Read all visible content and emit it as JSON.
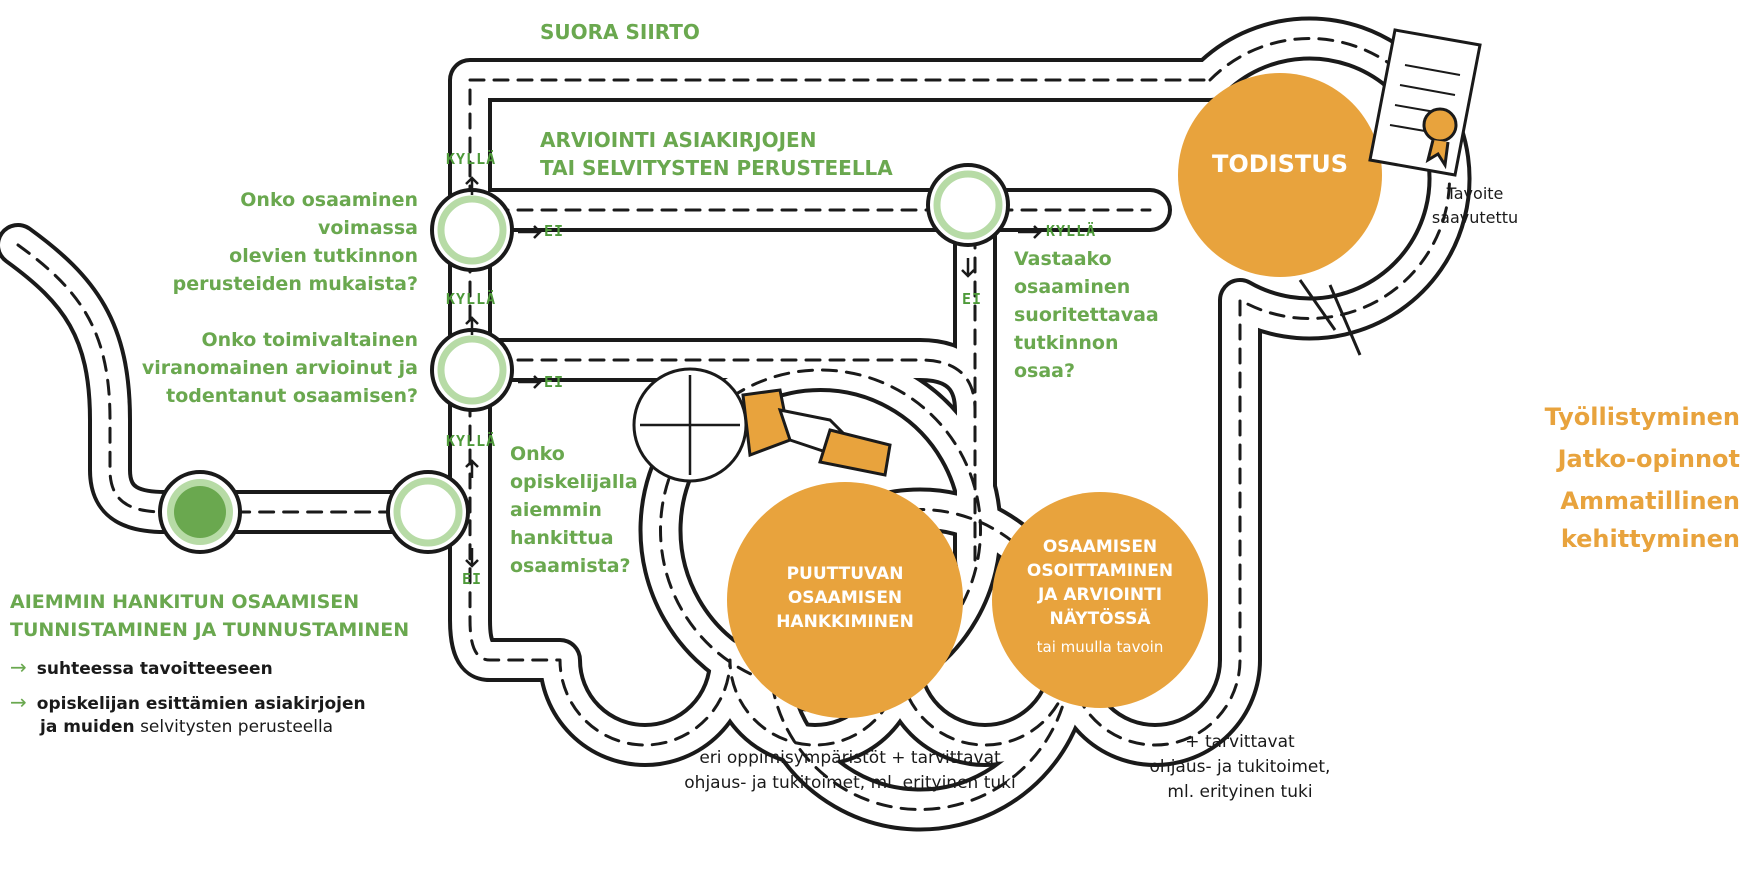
{
  "labels": {
    "suora_siirto": "SUORA SIIRTO",
    "arviointi_line1": "ARVIOINTI ASIAKIRJOJEN",
    "arviointi_line2": "TAI SELVITYSTEN PERUSTEELLA",
    "todistus": "TODISTUS",
    "tavoite_line1": "Tavoite",
    "tavoite_line2": "saavutettu"
  },
  "questions": {
    "q1": [
      "Onko osaaminen voimassa",
      "olevien tutkinnon",
      "perusteiden mukaista?"
    ],
    "q2": [
      "Onko toimivaltainen",
      "viranomainen arvioinut ja",
      "todentanut osaamisen?"
    ],
    "q3": [
      "Onko",
      "opiskelijalla",
      "aiemmin",
      "hankittua",
      "osaamista?"
    ],
    "q4": [
      "Vastaako",
      "osaaminen",
      "suoritettavaa",
      "tutkinnon",
      "osaa?"
    ]
  },
  "signs": {
    "kylla": "KYLLÄ",
    "ei": "EI"
  },
  "circles": {
    "puuttuvan": [
      "PUUTTUVAN",
      "OSAAMISEN",
      "HANKKIMINEN"
    ],
    "osoittaminen": [
      "OSAAMISEN",
      "OSOITTAMINEN",
      "JA ARVIOINTI",
      "NÄYTÖSSÄ"
    ],
    "osoittaminen_sub": "tai muulla tavoin"
  },
  "outcomes": [
    "Työllistyminen",
    "Jatko-opinnot",
    "Ammatillinen",
    "kehittyminen"
  ],
  "section": {
    "title_line1": "AIEMMIN HANKITUN OSAAMISEN",
    "title_line2": "TUNNISTAMINEN JA TUNNUSTAMINEN",
    "bullet1": "suhteessa tavoitteeseen",
    "bullet2_bold": "opiskelijan esittämien asiakirjojen",
    "bullet2_line2_bold": "ja muiden",
    "bullet2_line2_rest": " selvitysten perusteella"
  },
  "notes": {
    "bottom_left": [
      "eri oppimisympäristöt + tarvittavat",
      "ohjaus- ja tukitoimet, ml. erityinen tuki"
    ],
    "bottom_right": [
      "+ tarvittavat",
      "ohjaus- ja tukitoimet,",
      "ml. erityinen tuki"
    ]
  },
  "colors": {
    "green": "#6aa84f",
    "light_green": "#b7dba6",
    "orange": "#e8a33d",
    "road": "#1a1a1a"
  },
  "icons": [
    "puzzle-icon",
    "hand-icon",
    "certificate-icon",
    "arrow-right-icon"
  ]
}
